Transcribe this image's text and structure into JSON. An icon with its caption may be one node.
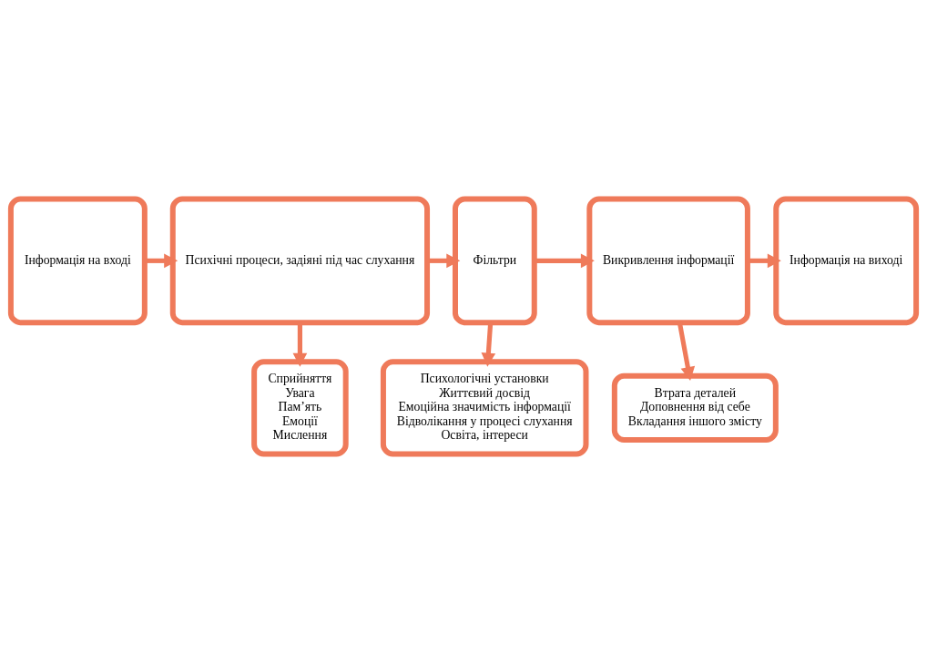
{
  "diagram": {
    "nodes": [
      {
        "text": [
          "Інформація на вході"
        ]
      },
      {
        "text": [
          "Психічні процеси, задіяні під час слухання"
        ]
      },
      {
        "text": [
          "Фільтри"
        ]
      },
      {
        "text": [
          "Викривлення інформації"
        ]
      },
      {
        "text": [
          "Інформація на виході"
        ]
      },
      {
        "text": [
          "Сприйняття",
          "Увага",
          "Пам’ять",
          "Емоції",
          "Мислення"
        ]
      },
      {
        "text": [
          "Психологічні установки",
          "Життєвий досвід",
          "Емоційна значимість інформації",
          "Відволікання у процесі слухання",
          "Освіта, інтереси"
        ]
      },
      {
        "text": [
          "Втрата деталей",
          "Доповнення від себе",
          "Вкладання іншого змісту"
        ]
      }
    ],
    "edges": [
      {
        "from": 0,
        "to": 1,
        "arrow": "to"
      },
      {
        "from": 1,
        "to": 2,
        "arrow": "to"
      },
      {
        "from": 2,
        "to": 3,
        "arrow": "to"
      },
      {
        "from": 3,
        "to": 4,
        "arrow": "to"
      },
      {
        "from": 1,
        "to": 5,
        "arrow": "to"
      },
      {
        "from": 2,
        "to": 6,
        "arrow": "to"
      },
      {
        "from": 3,
        "to": 7,
        "arrow": "to"
      }
    ]
  }
}
